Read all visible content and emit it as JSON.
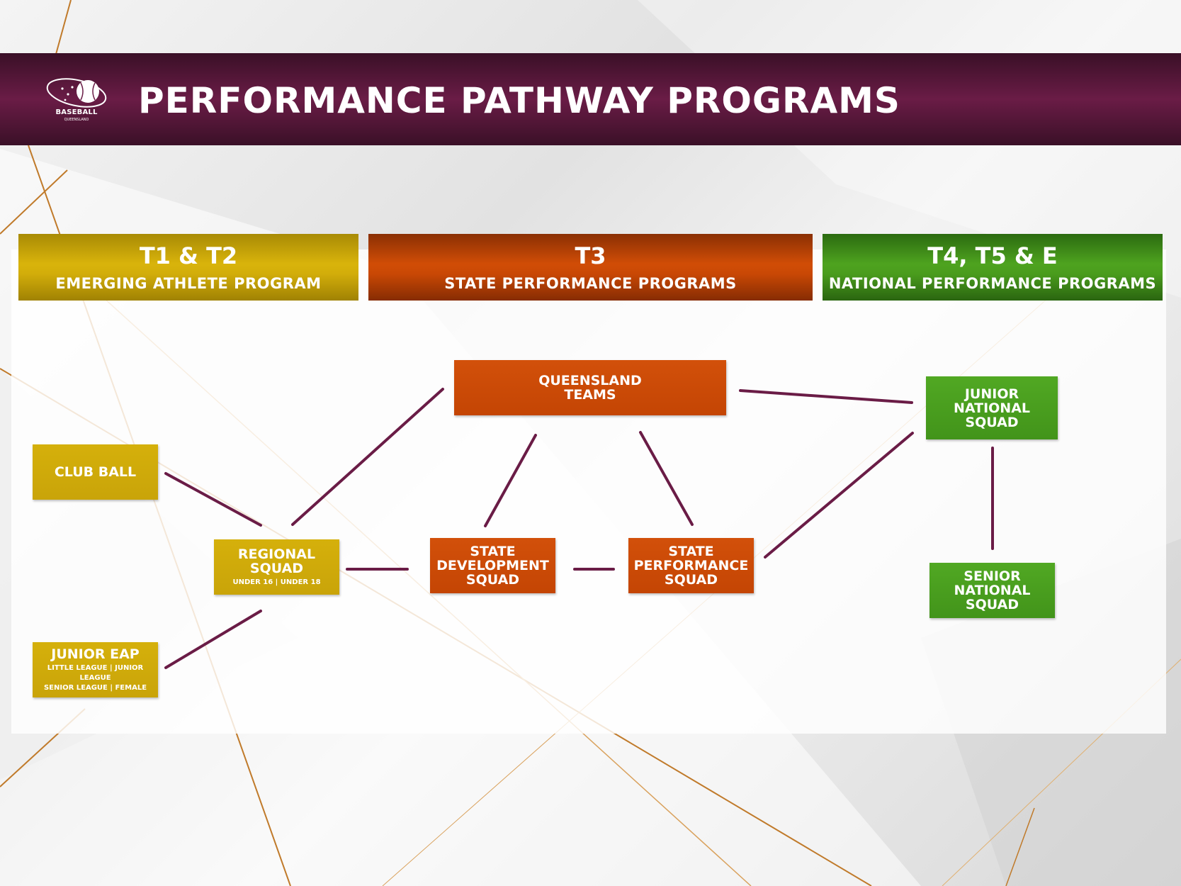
{
  "header": {
    "title": "PERFORMANCE PATHWAY PROGRAMS",
    "logo_text": "BASEBALL",
    "logo_subtext": "QUEENSLAND"
  },
  "tiers": [
    {
      "code": "T1 & T2",
      "name": "EMERGING ATHLETE PROGRAM"
    },
    {
      "code": "T3",
      "name": "STATE PERFORMANCE PROGRAMS"
    },
    {
      "code": "T4, T5 & E",
      "name": "NATIONAL PERFORMANCE PROGRAMS"
    }
  ],
  "nodes": {
    "club_ball": {
      "label": "CLUB BALL"
    },
    "junior_eap": {
      "label": "JUNIOR EAP",
      "sub": "LITTLE LEAGUE | JUNIOR LEAGUE\nSENIOR LEAGUE | FEMALE"
    },
    "regional_squad": {
      "label": "REGIONAL\nSQUAD",
      "sub": "UNDER 16 | UNDER 18"
    },
    "queensland_teams": {
      "label": "QUEENSLAND\nTEAMS"
    },
    "state_development_squad": {
      "label": "STATE\nDEVELOPMENT\nSQUAD"
    },
    "state_performance_squad": {
      "label": "STATE\nPERFORMANCE\nSQUAD"
    },
    "junior_national_squad": {
      "label": "JUNIOR\nNATIONAL\nSQUAD"
    },
    "senior_national_squad": {
      "label": "SENIOR\nNATIONAL\nSQUAD"
    }
  },
  "colors": {
    "header": "#5a1a3c",
    "tier1": "#d2ad0a",
    "tier2": "#c94805",
    "tier3": "#4a9c1d",
    "connector": "#6a1c46",
    "accent_lines": "#c07a2a"
  },
  "connections": [
    [
      "club_ball",
      "regional_squad"
    ],
    [
      "junior_eap",
      "regional_squad"
    ],
    [
      "regional_squad",
      "queensland_teams"
    ],
    [
      "regional_squad",
      "state_development_squad"
    ],
    [
      "state_development_squad",
      "queensland_teams"
    ],
    [
      "state_development_squad",
      "state_performance_squad"
    ],
    [
      "state_performance_squad",
      "queensland_teams"
    ],
    [
      "queensland_teams",
      "junior_national_squad"
    ],
    [
      "state_performance_squad",
      "junior_national_squad"
    ],
    [
      "junior_national_squad",
      "senior_national_squad"
    ]
  ]
}
